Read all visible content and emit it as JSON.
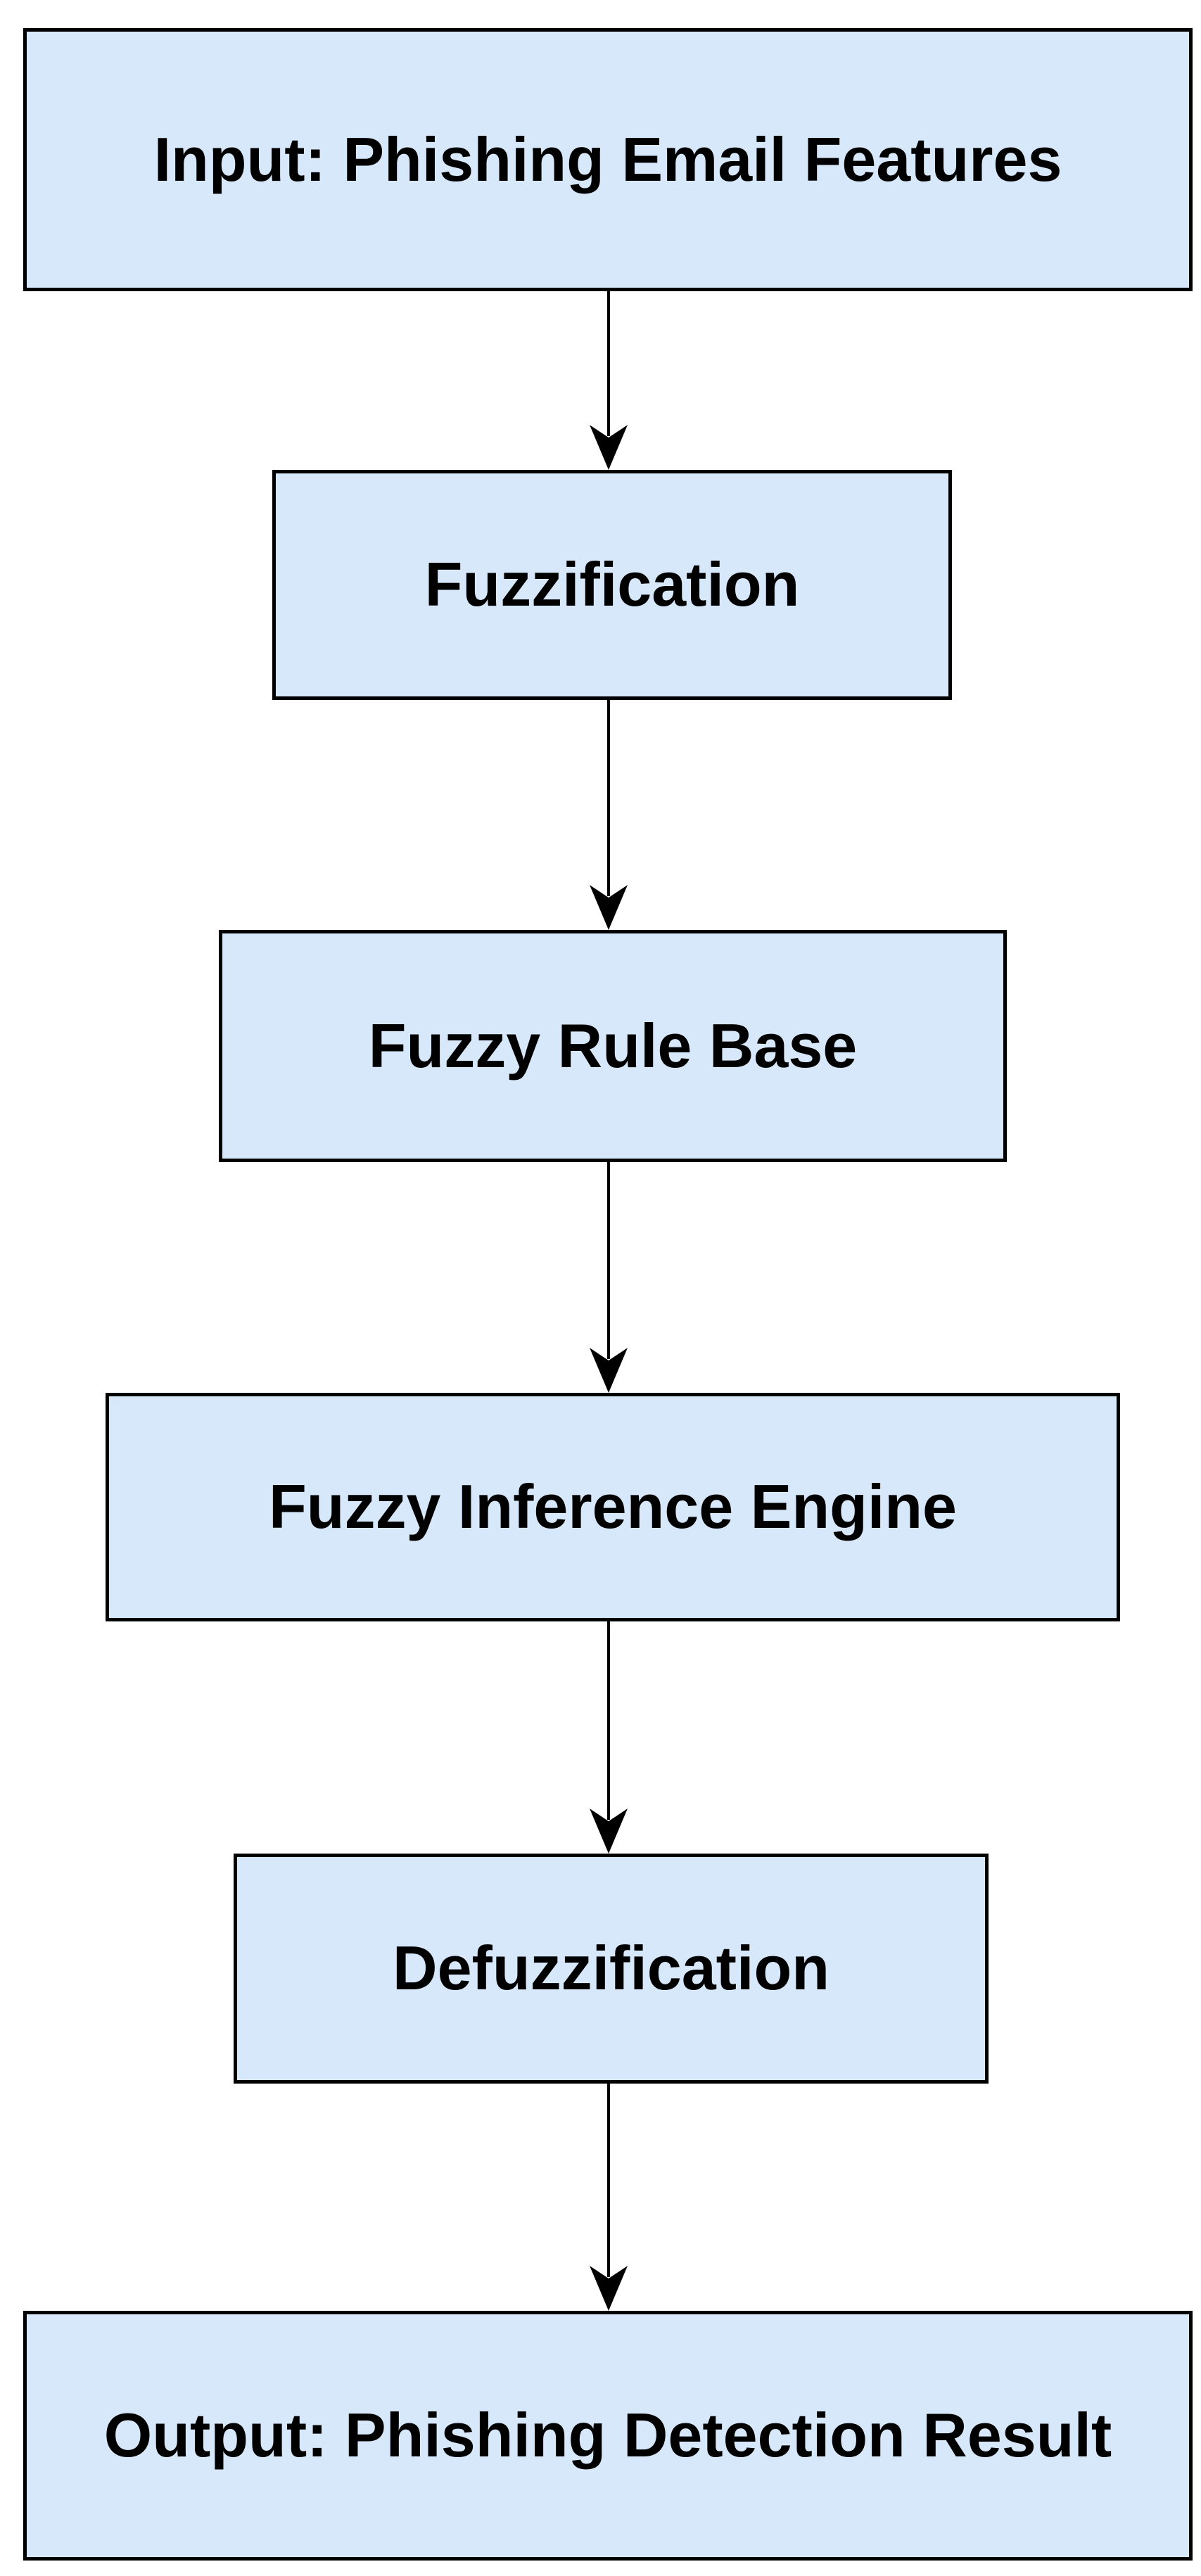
{
  "diagram": {
    "type": "flowchart",
    "direction": "top-to-bottom",
    "colors": {
      "node_fill": "#d8e8fb",
      "node_border": "#000000",
      "text": "#000000",
      "arrow": "#000000",
      "background": "#ffffff"
    },
    "nodes": [
      {
        "id": "input",
        "label": "Input: Phishing Email Features"
      },
      {
        "id": "fuzzification",
        "label": "Fuzzification"
      },
      {
        "id": "fuzzy-rule-base",
        "label": "Fuzzy Rule Base"
      },
      {
        "id": "fuzzy-inference-engine",
        "label": "Fuzzy Inference Engine"
      },
      {
        "id": "defuzzification",
        "label": "Defuzzification"
      },
      {
        "id": "output",
        "label": "Output: Phishing Detection Result"
      }
    ],
    "edges": [
      {
        "from": "input",
        "to": "fuzzification"
      },
      {
        "from": "fuzzification",
        "to": "fuzzy-rule-base"
      },
      {
        "from": "fuzzy-rule-base",
        "to": "fuzzy-inference-engine"
      },
      {
        "from": "fuzzy-inference-engine",
        "to": "defuzzification"
      },
      {
        "from": "defuzzification",
        "to": "output"
      }
    ]
  }
}
